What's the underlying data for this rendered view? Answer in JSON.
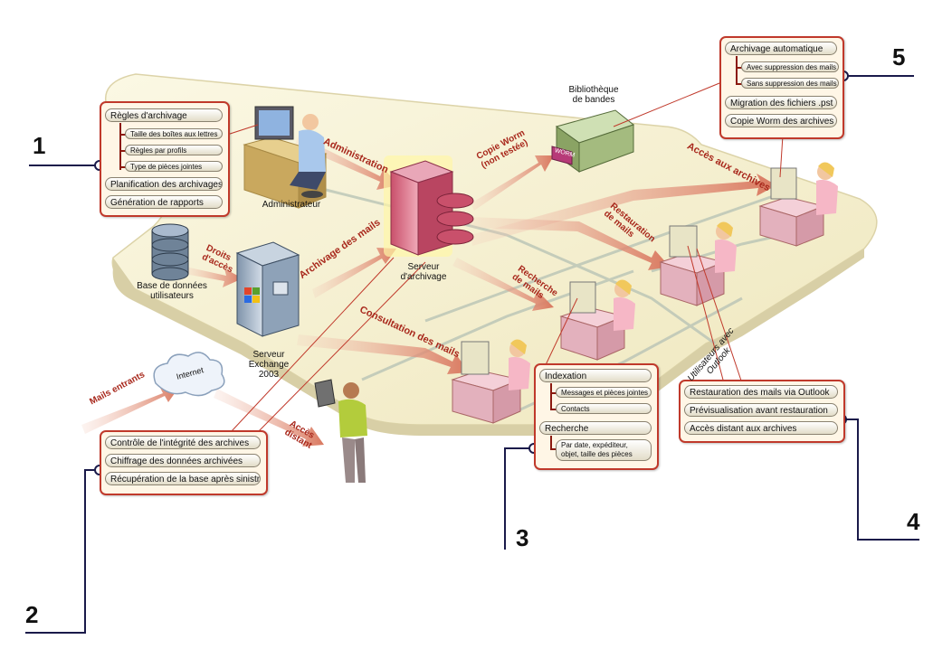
{
  "callout_numbers": [
    "1",
    "2",
    "3",
    "4",
    "5"
  ],
  "panels": {
    "p1": {
      "items": [
        "Règles d'archivage",
        "Planification des archivages",
        "Génération de rapports"
      ],
      "subitems": [
        "Taille des boîtes aux lettres",
        "Règles par profils",
        "Type de pièces jointes"
      ]
    },
    "p2": {
      "items": [
        "Contrôle de l'intégrité des archives",
        "Chiffrage des données archivées",
        "Récupération de la base après sinistre"
      ]
    },
    "p3": {
      "indexation": "Indexation",
      "indexation_sub": [
        "Messages et pièces jointes",
        "Contacts"
      ],
      "recherche": "Recherche",
      "recherche_sub": "Par date, expéditeur, objet, taille des pièces jointes…"
    },
    "p4": {
      "items": [
        "Restauration des mails via Outlook",
        "Prévisualisation avant restauration",
        "Accès distant aux archives"
      ]
    },
    "p5": {
      "items": [
        "Archivage automatique",
        "Migration des fichiers .pst",
        "Copie Worm des archives"
      ],
      "subitems": [
        "Avec suppression des mails",
        "Sans suppression des mails"
      ]
    }
  },
  "labels": {
    "administrateur": "Administrateur",
    "serveur_archivage": [
      "Serveur",
      "d'archivage"
    ],
    "bibliotheque": [
      "Bibliothèque",
      "de bandes"
    ],
    "base_donnees": [
      "Base de données",
      "utilisateurs"
    ],
    "serveur_exchange": [
      "Serveur",
      "Exchange",
      "2003"
    ],
    "utilisateurs_outlook": "Utilisateurs avec Outlook",
    "internet": "Internet",
    "worm": "WORM"
  },
  "flows": {
    "administration": "Administration",
    "copie_worm": [
      "Copie Worm",
      "(non testée)"
    ],
    "acces_archives": "Accès aux archives",
    "restauration": [
      "Restauration",
      "de mails"
    ],
    "droits_acces": [
      "Droits",
      "d'accès"
    ],
    "archivage_mails": "Archivage des mails",
    "recherche_mails": [
      "Recherche",
      "de mails"
    ],
    "consultation_mails": "Consultation des mails",
    "mails_entrants": "Mails entrants",
    "acces_distant": [
      "Accès",
      "distant"
    ]
  },
  "colors": {
    "panel_border": "#c0392b",
    "arrow": "#d9785f",
    "callout_line": "#1a1a4a",
    "floor": "#f6f1d0"
  }
}
